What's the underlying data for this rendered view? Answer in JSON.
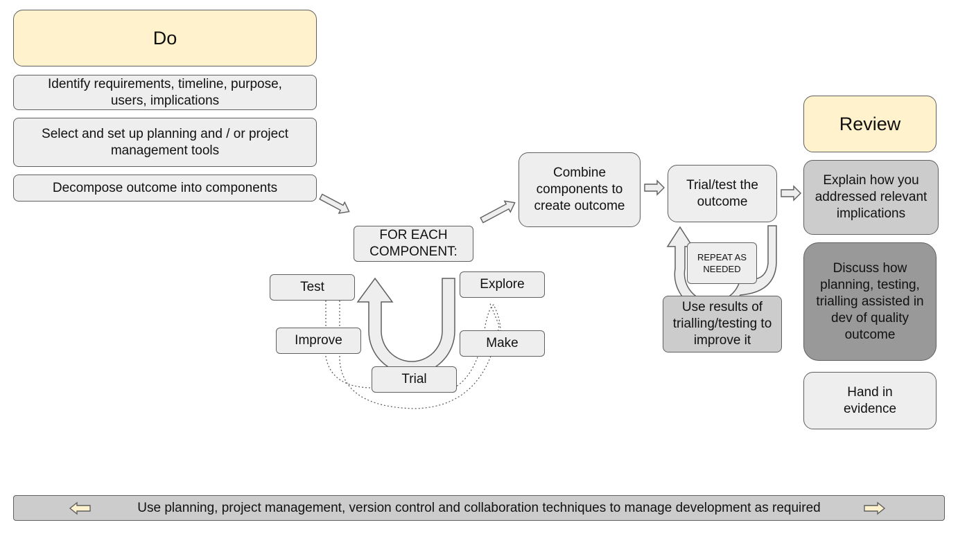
{
  "do_column": {
    "title": "Do",
    "steps": [
      "Identify requirements, timeline, purpose, users, implications",
      "Select and set up planning and / or project management tools",
      "Decompose outcome into components"
    ]
  },
  "component_loop": {
    "header": "FOR EACH COMPONENT:",
    "stages": {
      "test": "Test",
      "explore": "Explore",
      "improve": "Improve",
      "make": "Make",
      "trial": "Trial"
    }
  },
  "combine": "Combine components to create outcome",
  "trial_outcome": "Trial/test the outcome",
  "repeat_note": "REPEAT AS NEEDED",
  "use_results": "Use results of trialling/testing to improve it",
  "review_column": {
    "title": "Review",
    "steps": [
      "Explain how you addressed relevant implications",
      "Discuss how planning, testing, trialling assisted in dev of quality outcome",
      "Hand in evidence"
    ]
  },
  "footer_banner": "Use planning, project management, version control and collaboration techniques to manage development as required",
  "colors": {
    "header_fill": "#fff2cc",
    "box_fill": "#eeeeee",
    "mid_grey_fill": "#cccccc",
    "dark_grey_fill": "#999999",
    "border": "#5f5f5f"
  },
  "icons": {
    "flow_arrows": "block-arrow-icon",
    "loop_arrow": "u-turn-arrow-icon",
    "banner_left": "left-arrow-icon",
    "banner_right": "right-arrow-icon"
  }
}
